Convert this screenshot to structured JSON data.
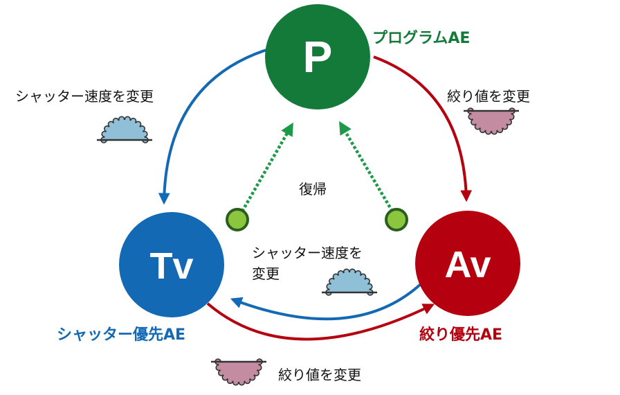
{
  "colors": {
    "program": "#137a3a",
    "shutter": "#1469b4",
    "aperture": "#b4000f",
    "return_arrow": "#1d9a48",
    "return_dot_fill": "#8cc63f",
    "return_dot_ring": "#2a5e1f",
    "dial_blue": "#8fc0d8",
    "dial_pink": "#c38ca0"
  },
  "nodes": {
    "program": {
      "letter": "P",
      "mode_label": "プログラムAE"
    },
    "shutter": {
      "letter": "Tv",
      "mode_label": "シャッター優先AE"
    },
    "aperture": {
      "letter": "Av",
      "mode_label": "絞り優先AE"
    }
  },
  "labels": {
    "p_to_tv": "シャッター速度を変更",
    "p_to_av": "絞り値を変更",
    "return": "復帰",
    "av_to_tv_line1": "シャッター速度を",
    "av_to_tv_line2": "変更",
    "tv_to_av": "絞り値を変更"
  },
  "icons": {
    "dial_shutter": "front-dial-icon",
    "dial_aperture": "rear-dial-icon"
  }
}
